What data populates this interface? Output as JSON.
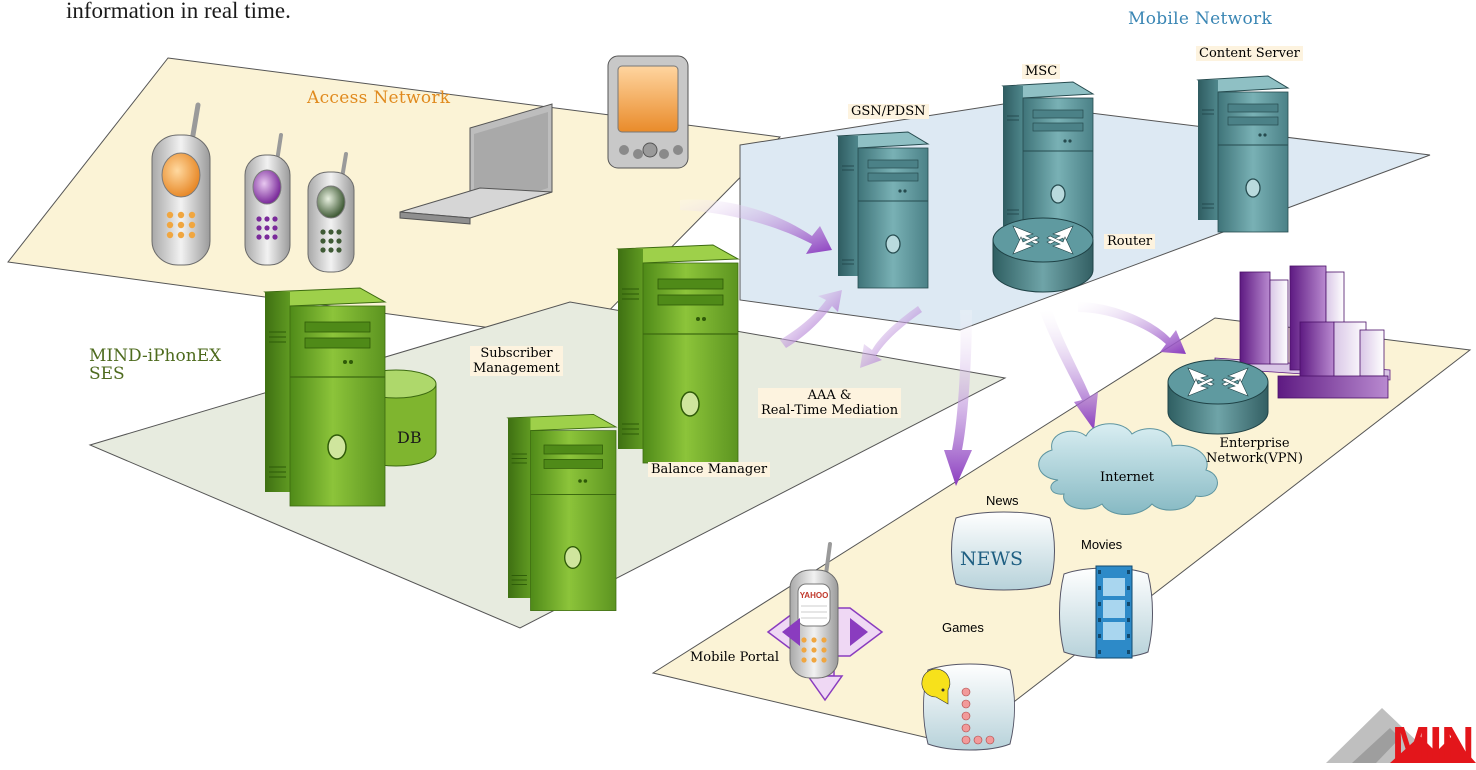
{
  "intro_text": "information in real time.",
  "regions": {
    "access": {
      "title": "Access Network",
      "color": "#e08a1e"
    },
    "mobile": {
      "title": "Mobile Network",
      "color": "#3a86b4"
    },
    "ses": {
      "title_line1": "MIND-iPhonEX",
      "title_line2": "SES",
      "color": "#4e6b1e"
    }
  },
  "nodes": {
    "msc": "MSC",
    "content_server": "Content Server",
    "gsn": "GSN/PDSN",
    "router": "Router",
    "subscriber_line1": "Subscriber",
    "subscriber_line2": "Management",
    "aaa_line1": "AAA &",
    "aaa_line2": "Real-Time Mediation",
    "db": "DB",
    "balance": "Balance Manager",
    "enterprise_line1": "Enterprise",
    "enterprise_line2": "Network(VPN)",
    "internet": "Internet",
    "news_label": "News",
    "news_icon_text": "NEWS",
    "movies": "Movies",
    "games": "Games",
    "portal": "Mobile Portal",
    "portal_screen": "YAHOO"
  },
  "logo": {
    "text": "MIND",
    "color": "#e3161b"
  },
  "colors": {
    "access_plane": "#fbf3d6",
    "mobile_plane": "#dde9f3",
    "ses_plane": "#e7ebdf",
    "services_plane": "#fbf3d6",
    "server_green": "#7fb52f",
    "server_teal": "#5f9aa0",
    "arrow_purple": "#9a4fc2"
  }
}
